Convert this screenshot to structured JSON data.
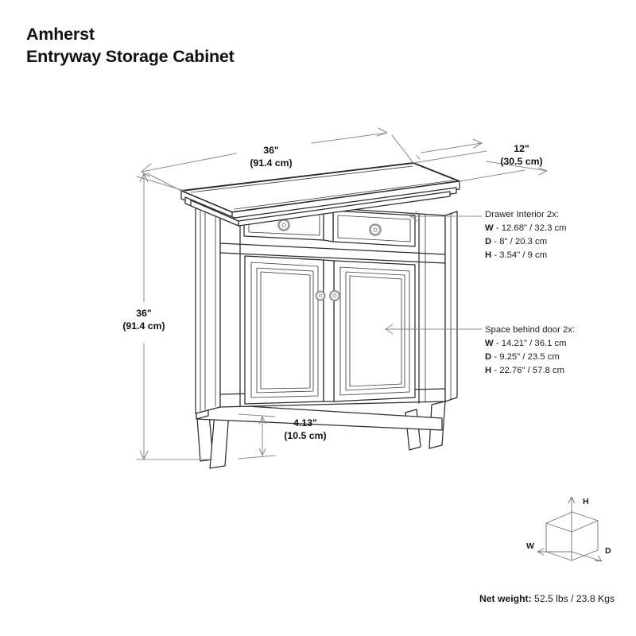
{
  "title": {
    "line1": "Amherst",
    "line2": "Entryway Storage Cabinet"
  },
  "dimensions": {
    "width": {
      "label": "dim-width",
      "imperial": "36\"",
      "metric": "(91.4 cm)"
    },
    "depth": {
      "label": "dim-depth",
      "imperial": "12\"",
      "metric": "(30.5 cm)"
    },
    "height": {
      "label": "dim-height",
      "imperial": "36\"",
      "metric": "(91.4 cm)"
    },
    "leg_clearance": {
      "label": "dim-leg",
      "imperial": "4.13\"",
      "metric": "(10.5 cm)"
    }
  },
  "callouts": {
    "drawer": {
      "title": "Drawer Interior 2x:",
      "rows": [
        {
          "key": "W",
          "value": "- 12.68\" / 32.3 cm"
        },
        {
          "key": "D",
          "value": "- 8\" / 20.3 cm"
        },
        {
          "key": "H",
          "value": "- 3.54\" / 9 cm"
        }
      ]
    },
    "space_behind_door": {
      "title": "Space behind door 2x:",
      "rows": [
        {
          "key": "W",
          "value": "- 14.21\" / 36.1 cm"
        },
        {
          "key": "D",
          "value": "- 9.25\" / 23.5 cm"
        },
        {
          "key": "H",
          "value": "- 22.76\" / 57.8 cm"
        }
      ]
    }
  },
  "axis_legend": {
    "height_letter": "H",
    "width_letter": "W",
    "depth_letter": "D"
  },
  "net_weight": {
    "label": "Net weight:",
    "value": "52.5 lbs / 23.8 Kgs"
  },
  "colors": {
    "line": "#2b2b2b",
    "dimension_line": "#8c8c8c",
    "knob": "#9a9a9a",
    "text": "#1b1b1b",
    "background": "#ffffff"
  }
}
